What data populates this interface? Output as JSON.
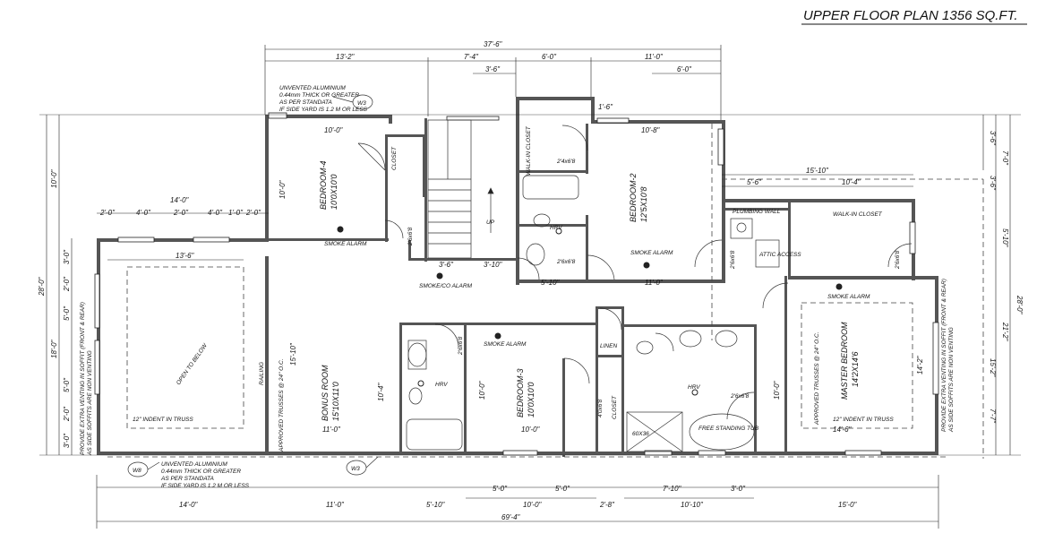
{
  "title": "UPPER FLOOR PLAN 1356 SQ.FT.",
  "rooms": {
    "bedroom4": {
      "name": "BEDROOM-4",
      "size": "10'0X10'0"
    },
    "bedroom2": {
      "name": "BEDROOM-2",
      "size": "12'5X10'8"
    },
    "bedroom3": {
      "name": "BEDROOM-3",
      "size": "10'0X10'0"
    },
    "bonus": {
      "name": "BONUS ROOM",
      "size": "15'10X11'0"
    },
    "master": {
      "name": "MASTER BEDROOM",
      "size": "14'2X14'6"
    },
    "open_below": "OPEN TO BELOW",
    "walkin_closet_top": "WALK-IN CLOSET",
    "walkin_closet_master": "WALK-IN CLOSET",
    "closet": "CLOSET",
    "plumbing_wall": "PLUMBING WALL",
    "linen": "LINEN",
    "attic": "ATTIC ACCESS",
    "railing": "RAILING",
    "up": "UP",
    "free_tub": "FREE STANDING TUB",
    "shower": "60X36"
  },
  "labels": {
    "smoke_alarm": "SMOKE ALARM",
    "smoke_co": "SMOKE/CO ALARM",
    "hrv": "HRV",
    "trusses": "APPROVED TRUSSES @ 24\" O.C.",
    "indent": "12\" INDENT IN TRUSS",
    "w3": "W3",
    "w8": "W8",
    "door_2466": "2'6x6'8",
    "door_2466b": "2'4x6'8",
    "door_4068": "4'0x6'8"
  },
  "notes": {
    "alu_top": [
      "UNVENTED ALUMINIUM",
      "0.44mm THICK OR GREATER",
      "AS PER STANDATA",
      "IF SIDE YARD IS 1.2 M OR LESS"
    ],
    "alu_bottom": [
      "UNVENTED ALUMINIUM",
      "0.44mm THICK OR GREATER",
      "AS PER STANDATA",
      "IF SIDE YARD IS 1.2 M OR LESS"
    ],
    "soffit_right": [
      "PROVIDE EXTRA VENTING IN SOFFIT (FRONT & REAR)",
      "AS SIDE SOFFITS ARE NON VENTING"
    ],
    "soffit_left": [
      "PROVIDE EXTRA VENTING IN SOFFIT (FRONT & REAR)",
      "AS SIDE SOFFITS ARE NON VENTING"
    ]
  },
  "dims": {
    "overall_top": "37'-6\"",
    "top_a": "13'-2\"",
    "top_b": "7'-4\"",
    "top_c": "6'-0\"",
    "top_d": "11'-0\"",
    "top_e": "3'-6\"",
    "top_f": "6'-0\"",
    "top_g": "1'-6\"",
    "b4_w": "10'-0\"",
    "b2_w": "10'-8\"",
    "mid_w": "15'-10\"",
    "wic_a": "5'-6\"",
    "wic_b": "10'-4\"",
    "row_14": "14'-0\"",
    "row_2a": "2'-0\"",
    "row_4a": "4'-0\"",
    "row_2b": "2'-0\"",
    "row_4b": "4'-0\"",
    "row_1": "1'-0\"",
    "row_2c": "2'-0\"",
    "open_w": "13'-6\"",
    "stair_a": "3'-6\"",
    "stair_b": "3'-10\"",
    "b2_bot": "5'-10\"",
    "b2_bot2": "11'-0\"",
    "bonus_bot": "11'-0\"",
    "b3_bot": "10'-0\"",
    "master_bot": "14'-6\"",
    "bot_1": "14'-0\"",
    "bot_2": "11'-0\"",
    "bot_3": "5'-10\"",
    "bot_4": "10'-0\"",
    "bot_5": "2'-8\"",
    "bot_6": "10'-10\"",
    "bot_7": "15'-0\"",
    "bot_s1": "5'-0\"",
    "bot_s2": "5'-0\"",
    "bot_s3": "7'-10\"",
    "bot_s4": "3'-0\"",
    "overall_bottom": "69'-4\"",
    "left_total": "28'-0\"",
    "left_10": "10'-0\"",
    "left_18": "18'-0\"",
    "left_3a": "3'-0\"",
    "left_2a": "2'-0\"",
    "left_5a": "5'-0\"",
    "left_5b": "5'-0\"",
    "left_2b": "2'-0\"",
    "left_3b": "3'-0\"",
    "right_total": "28'-0\"",
    "right_7": "7'-0\"",
    "right_21": "21'-2\"",
    "right_36": "3'-6\"",
    "right_36b": "3'-6\"",
    "right_510": "5'-10\"",
    "right_152": "15'-2\"",
    "right_77": "7'-7\"",
    "b4_h": "10'-0\"",
    "b3_h": "10'-0\"",
    "bonus_h": "15'-10\"",
    "bonus_h2": "10'-4\"",
    "master_h": "14'-2\"",
    "master_h2": "10'-0\""
  }
}
